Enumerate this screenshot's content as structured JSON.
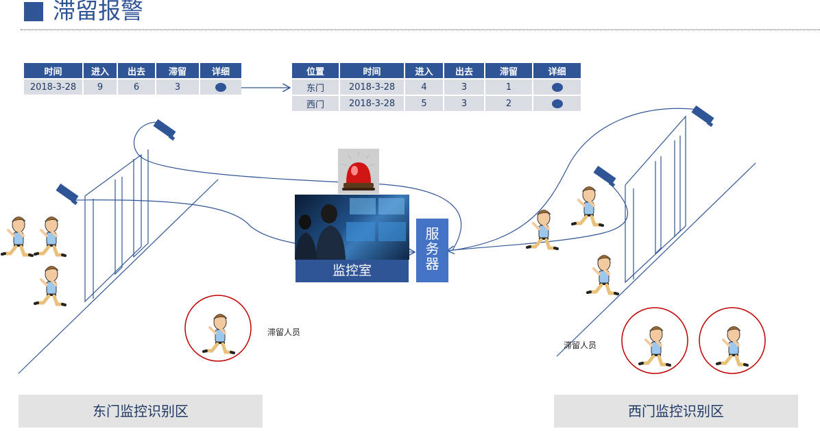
{
  "title": "滞留报警",
  "summary_table": {
    "headers": [
      "时间",
      "进入",
      "出去",
      "滞留",
      "详细"
    ],
    "rows": [
      {
        "time": "2018-3-28",
        "in": "9",
        "out": "6",
        "stay": "3"
      }
    ]
  },
  "detail_table": {
    "headers": [
      "位置",
      "时间",
      "进入",
      "出去",
      "滞留",
      "详细"
    ],
    "rows": [
      {
        "location": "东门",
        "time": "2018-3-28",
        "in": "4",
        "out": "3",
        "stay": "1"
      },
      {
        "location": "西门",
        "time": "2018-3-28",
        "in": "5",
        "out": "3",
        "stay": "2"
      }
    ]
  },
  "nodes": {
    "monitor_room": "监控室",
    "server": "服务器"
  },
  "labels": {
    "stay_person_east": "滞留人员",
    "stay_person_west": "滞留人员"
  },
  "zones": {
    "east": "东门监控识别区",
    "west": "西门监控识别区"
  },
  "colors": {
    "primary": "#2f5597",
    "accent": "#4472c4",
    "alert_circle": "#c00000",
    "table_cell": "#d9dce3",
    "zone_bg": "#e3e3e3"
  },
  "icons": [
    "camera-icon",
    "alarm-light-icon",
    "person-icon"
  ]
}
